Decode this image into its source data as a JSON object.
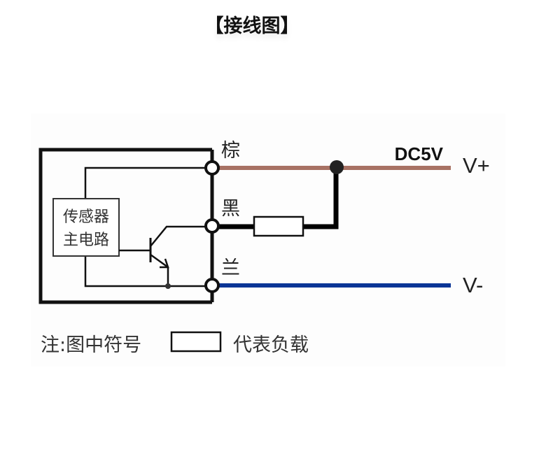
{
  "title": "【接线图】",
  "diagram": {
    "module_label_line1": "传感器",
    "module_label_line2": "主电路",
    "wires": [
      {
        "id": "brown",
        "label": "棕",
        "color": "#a87264",
        "rail": "V+"
      },
      {
        "id": "black",
        "label": "黑",
        "color": "#000000",
        "rail": "load"
      },
      {
        "id": "blue",
        "label": "兰",
        "color": "#0a3596",
        "rail": "V-"
      }
    ],
    "supply_voltage": "DC5V",
    "rail_positive": "V+",
    "rail_negative": "V-",
    "colors": {
      "outline": "#111111",
      "brown_wire": "#a87264",
      "blue_wire": "#0a3596",
      "junction": "#222222"
    }
  },
  "note": {
    "prefix": "注:图中符号",
    "suffix": "代表负载"
  }
}
